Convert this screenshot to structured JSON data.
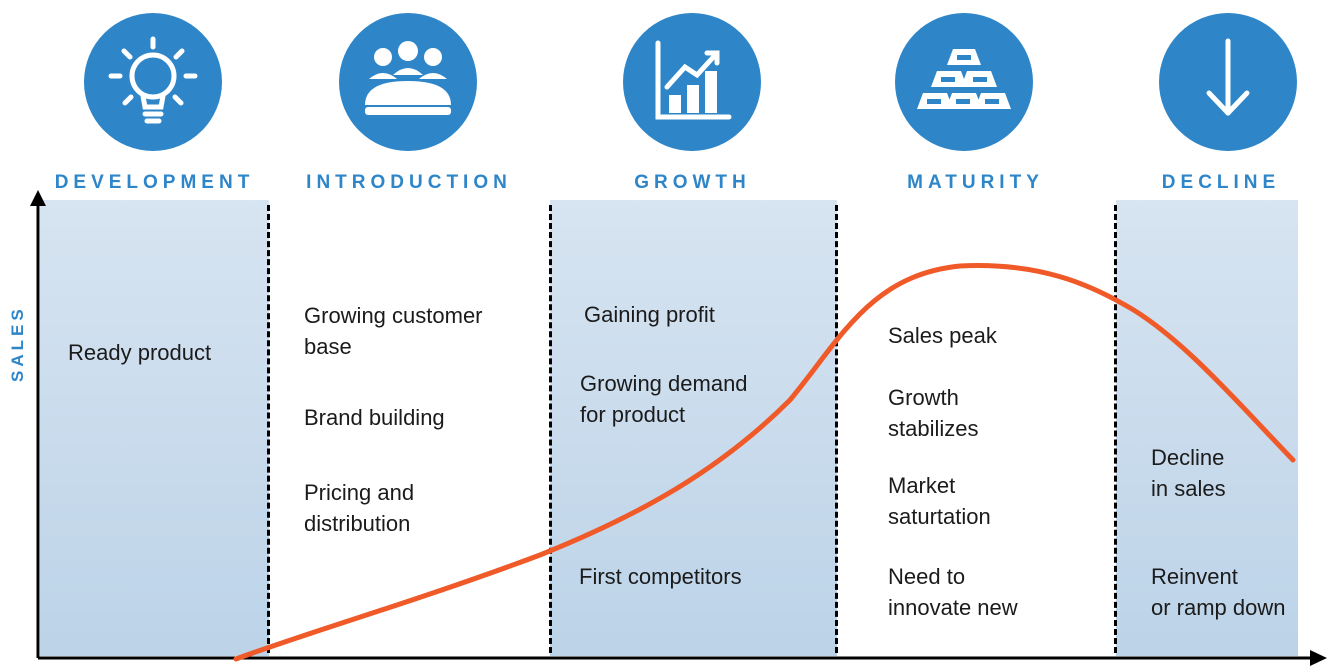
{
  "colors": {
    "accent": "#2e86c9",
    "curve": "#f05a28",
    "shade": "#c9dbec",
    "text": "#1b1b1b"
  },
  "axis": {
    "y_label": "SALES"
  },
  "stages": [
    {
      "title": "DEVELOPMENT",
      "icon": "lightbulb-icon",
      "shaded": true,
      "notes": [
        "Ready product"
      ]
    },
    {
      "title": "INTRODUCTION",
      "icon": "team-meeting-icon",
      "shaded": false,
      "notes": [
        "Growing customer\nbase",
        "Brand building",
        "Pricing and\ndistribution"
      ]
    },
    {
      "title": "GROWTH",
      "icon": "growth-chart-icon",
      "shaded": true,
      "notes": [
        "Gaining profit",
        "Growing demand\nfor product",
        "First competitors"
      ]
    },
    {
      "title": "MATURITY",
      "icon": "gold-bars-icon",
      "shaded": false,
      "notes": [
        "Sales peak",
        "Growth\nstabilizes",
        "Market\nsaturtation",
        "Need to\ninnovate new"
      ]
    },
    {
      "title": "DECLINE",
      "icon": "down-arrow-icon",
      "shaded": true,
      "notes": [
        "Decline\nin sales",
        "Reinvent\nor ramp down"
      ]
    }
  ]
}
